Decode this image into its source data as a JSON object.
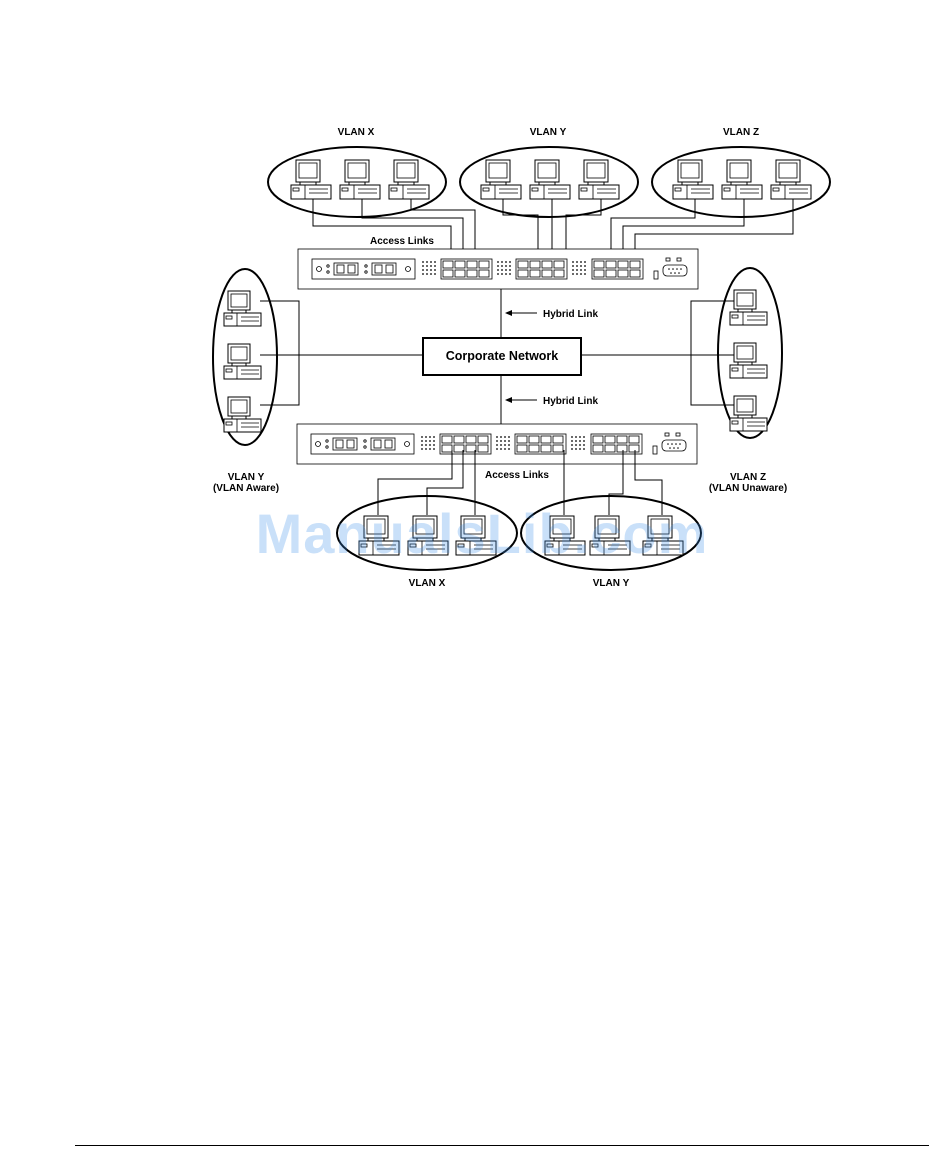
{
  "diagram": {
    "top_vlans": [
      "VLAN X",
      "VLAN Y",
      "VLAN Z"
    ],
    "access_links_top": "Access Links",
    "hybrid_link_top": "Hybrid Link",
    "corporate_network": "Corporate Network",
    "hybrid_link_bottom": "Hybrid Link",
    "access_links_bottom": "Access Links",
    "left_group": {
      "line1": "VLAN Y",
      "line2": "(VLAN Aware)"
    },
    "right_group": {
      "line1": "VLAN Z",
      "line2": "(VLAN Unaware)"
    },
    "bottom_vlans": [
      "VLAN X",
      "VLAN Y"
    ]
  },
  "watermark": "ManualsLib.com"
}
